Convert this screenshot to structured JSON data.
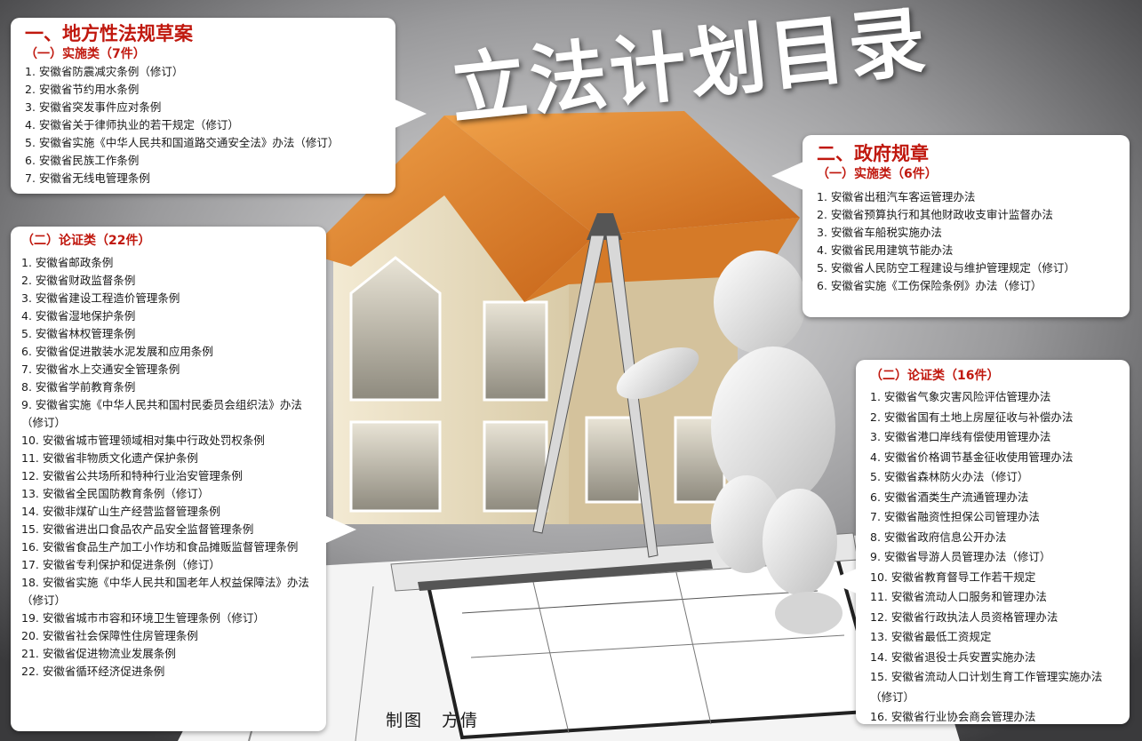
{
  "page_title": "立法计划目录",
  "credit": "制图　方倩",
  "section_local": {
    "heading": "一、地方性法规草案",
    "implement": {
      "heading": "（一）实施类（7件）",
      "items": [
        "1.  安徽省防震减灾条例（修订）",
        "2.  安徽省节约用水条例",
        "3.  安徽省突发事件应对条例",
        "4.  安徽省关于律师执业的若干规定（修订）",
        "5.  安徽省实施《中华人民共和国道路交通安全法》办法（修订）",
        "6.  安徽省民族工作条例",
        "7.  安徽省无线电管理条例"
      ]
    },
    "demonstrate": {
      "heading": "（二）论证类（22件）",
      "items": [
        "1.  安徽省邮政条例",
        "2.  安徽省财政监督条例",
        "3.  安徽省建设工程造价管理条例",
        "4.  安徽省湿地保护条例",
        "5.  安徽省林权管理条例",
        "6.  安徽省促进散装水泥发展和应用条例",
        "7.  安徽省水上交通安全管理条例",
        "8.  安徽省学前教育条例",
        "9.  安徽省实施《中华人民共和国村民委员会组织法》办法（修订）",
        "10.  安徽省城市管理领域相对集中行政处罚权条例",
        "11.  安徽省非物质文化遗产保护条例",
        "12.  安徽省公共场所和特种行业治安管理条例",
        "13.  安徽省全民国防教育条例（修订）",
        "14.  安徽非煤矿山生产经营监督管理条例",
        "15.  安徽省进出口食品农产品安全监督管理条例",
        "16.  安徽省食品生产加工小作坊和食品摊贩监督管理条例",
        "17.  安徽省专利保护和促进条例（修订）",
        "18.  安徽省实施《中华人民共和国老年人权益保障法》办法（修订）",
        "19.  安徽省城市市容和环境卫生管理条例（修订）",
        "20.  安徽省社会保障性住房管理条例",
        "21.  安徽省促进物流业发展条例",
        "22.  安徽省循环经济促进条例"
      ]
    }
  },
  "section_gov": {
    "heading": "二、政府规章",
    "implement": {
      "heading": "（一）实施类（6件）",
      "items": [
        "1.  安徽省出租汽车客运管理办法",
        "2.  安徽省预算执行和其他财政收支审计监督办法",
        "3.  安徽省车船税实施办法",
        "4.  安徽省民用建筑节能办法",
        "5.  安徽省人民防空工程建设与维护管理规定（修订）",
        "6.  安徽省实施《工伤保险条例》办法（修订）"
      ]
    },
    "demonstrate": {
      "heading": "（二）论证类（16件）",
      "items": [
        "1.  安徽省气象灾害风险评估管理办法",
        "2.  安徽省国有土地上房屋征收与补偿办法",
        "3.  安徽省港口岸线有偿使用管理办法",
        "4.  安徽省价格调节基金征收使用管理办法",
        "5.  安徽省森林防火办法（修订）",
        "6.  安徽省酒类生产流通管理办法",
        "7.  安徽省融资性担保公司管理办法",
        "8.  安徽省政府信息公开办法",
        "9.  安徽省导游人员管理办法（修订）",
        "10.  安徽省教育督导工作若干规定",
        "11.  安徽省流动人口服务和管理办法",
        "12.  安徽省行政执法人员资格管理办法",
        "13.  安徽省最低工资规定",
        "14.  安徽省退役士兵安置实施办法",
        "15.  安徽省流动人口计划生育工作管理实施办法（修订）",
        "16.  安徽省行业协会商会管理办法"
      ]
    }
  }
}
